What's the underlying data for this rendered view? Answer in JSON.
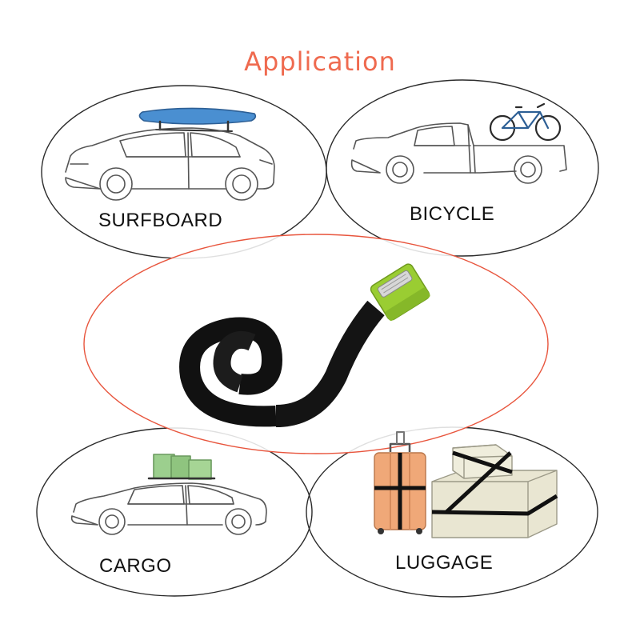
{
  "title": "Application",
  "uses": [
    {
      "label": "SURFBOARD",
      "icon": "car-with-surfboard-icon"
    },
    {
      "label": "BICYCLE",
      "icon": "pickup-with-bicycle-icon"
    },
    {
      "label": "CARGO",
      "icon": "car-with-roof-cargo-icon"
    },
    {
      "label": "LUGGAGE",
      "icon": "strapped-luggage-icon"
    }
  ],
  "product": {
    "icon": "lashing-strap-with-buckle-icon"
  },
  "colors": {
    "title": "#ef6a4f",
    "center_ring": "#e8553d",
    "outer_ring": "#2b2b2b",
    "buckle": "#9acd32",
    "strap": "#111111",
    "box": "#e9e6d2",
    "green_box": "#9ccf8e",
    "suitcase": "#f0a878"
  }
}
